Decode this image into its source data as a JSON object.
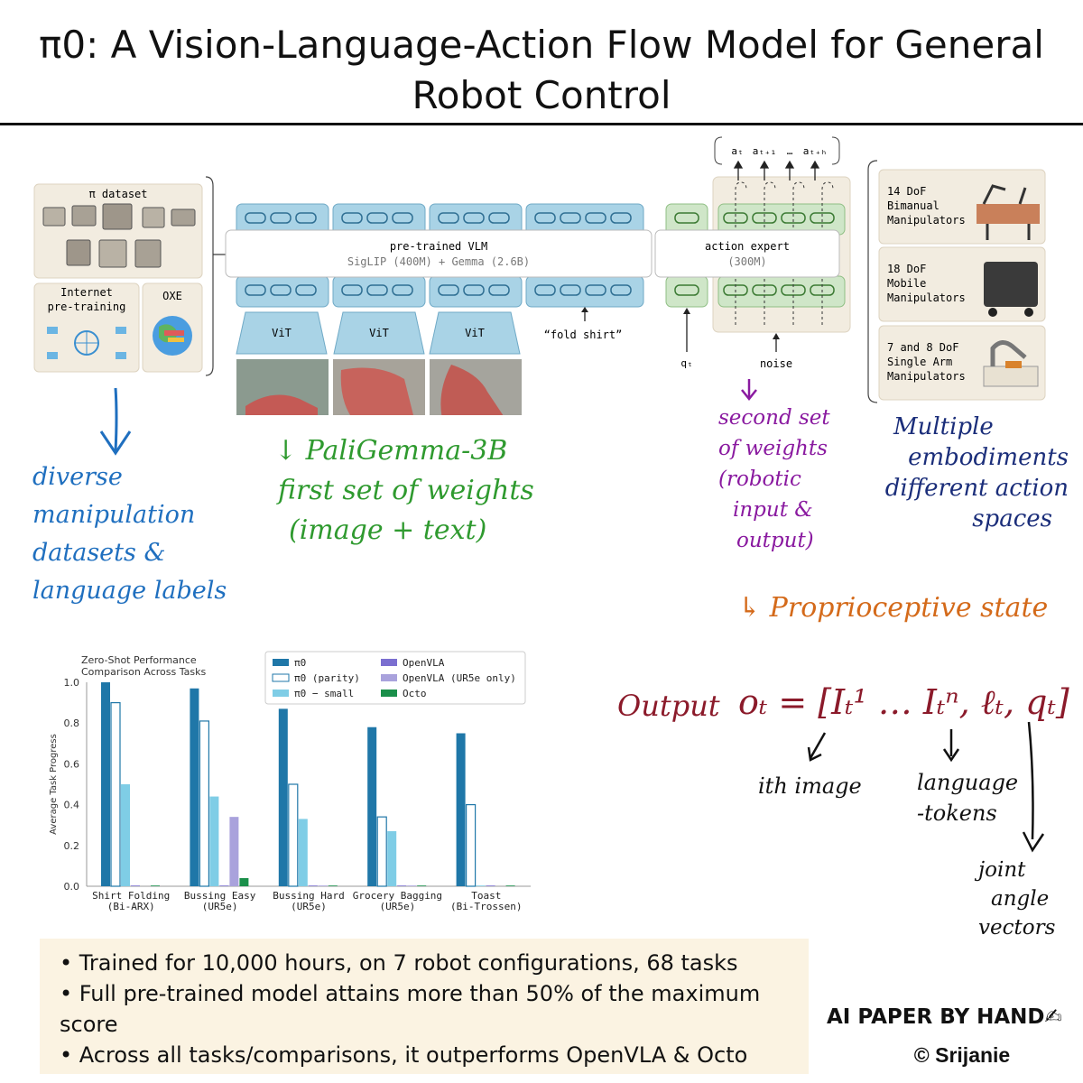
{
  "title": "π0: A Vision-Language-Action Flow Model for General Robot Control",
  "diagram": {
    "pi_dataset": "π dataset",
    "internet_pretraining": "Internet pre-training",
    "oxe": "OXE",
    "vlm_title": "pre-trained VLM",
    "vlm_sub": "SigLIP (400M) + Gemma (2.6B)",
    "action_expert_title": "action expert",
    "action_expert_sub": "(300M)",
    "vit_labels": [
      "ViT",
      "ViT",
      "ViT"
    ],
    "prompt": "“fold shirt”",
    "qt": "qₜ",
    "noise": "noise",
    "actions": [
      "aₜ",
      "aₜ₊₁",
      "…",
      "aₜ₊ₕ"
    ],
    "embodiments": [
      {
        "line1": "14 DoF",
        "line2": "Bimanual",
        "line3": "Manipulators"
      },
      {
        "line1": "18 DoF",
        "line2": "Mobile",
        "line3": "Manipulators"
      },
      {
        "line1": "7 and 8 DoF",
        "line2": "Single Arm",
        "line3": "Manipulators"
      }
    ]
  },
  "annotations": {
    "datasets": [
      "diverse",
      "manipulation",
      "datasets &",
      "language labels"
    ],
    "paligemma": [
      "↓ PaliGemma-3B",
      "first set of weights",
      "(image + text)"
    ],
    "second_weights": [
      "second set",
      "of weights",
      "(robotic",
      "input &",
      "output)"
    ],
    "embodiments": [
      "Multiple",
      "embodiments",
      "different action",
      "spaces"
    ],
    "proprio": "↳ Proprioceptive state",
    "output": "Output",
    "formula": "oₜ = [Iₜ¹ … Iₜⁿ, ℓₜ, qₜ]",
    "ith_image": "ith image",
    "language_tokens": [
      "language",
      "-tokens"
    ],
    "joint_angle": [
      "joint",
      "angle",
      "vectors"
    ]
  },
  "chart_data": {
    "type": "bar",
    "title": "Zero-Shot Performance Comparison Across Tasks",
    "ylabel": "Average Task Progress",
    "ylim": [
      0,
      1.0
    ],
    "yticks": [
      "0.0",
      "0.2",
      "0.4",
      "0.6",
      "0.8",
      "1.0"
    ],
    "categories": [
      "Shirt Folding\n(Bi-ARX)",
      "Bussing Easy\n(UR5e)",
      "Bussing Hard\n(UR5e)",
      "Grocery Bagging\n(UR5e)",
      "Toast\n(Bi-Trossen)"
    ],
    "series": [
      {
        "name": "π0",
        "color": "#1f77a8",
        "style": "solid",
        "values": [
          1.0,
          0.97,
          0.87,
          0.78,
          0.75
        ]
      },
      {
        "name": "π0 (parity)",
        "color": "#1f77a8",
        "style": "outline",
        "values": [
          0.9,
          0.81,
          0.5,
          0.34,
          0.4
        ]
      },
      {
        "name": "π0 − small",
        "color": "#7fcde6",
        "style": "solid",
        "values": [
          0.5,
          0.44,
          0.33,
          0.27,
          0.0
        ]
      },
      {
        "name": "OpenVLA",
        "color": "#7b6fd0",
        "style": "solid",
        "values": [
          0.0,
          0.0,
          0.0,
          0.0,
          0.0
        ]
      },
      {
        "name": "OpenVLA (UR5e only)",
        "color": "#a9a2dc",
        "style": "solid",
        "values": [
          null,
          0.34,
          0.0,
          0.0,
          null
        ]
      },
      {
        "name": "Octo",
        "color": "#1a8f4a",
        "style": "solid",
        "values": [
          0.0,
          0.04,
          0.0,
          0.0,
          0.0
        ]
      }
    ],
    "legend": "top"
  },
  "notes": [
    "Trained for 10,000 hours, on 7 robot configurations, 68 tasks",
    "Full pre-trained model attains more than 50% of the maximum score",
    "Across all tasks/comparisons, it outperforms OpenVLA & Octo"
  ],
  "footer": {
    "brand": "AI PAPER BY HAND✍",
    "author": "© Srijanie"
  },
  "colors": {
    "panel": "#f2ece0",
    "token_blue": "#a9d3e6",
    "token_green": "#cfe6c8"
  }
}
